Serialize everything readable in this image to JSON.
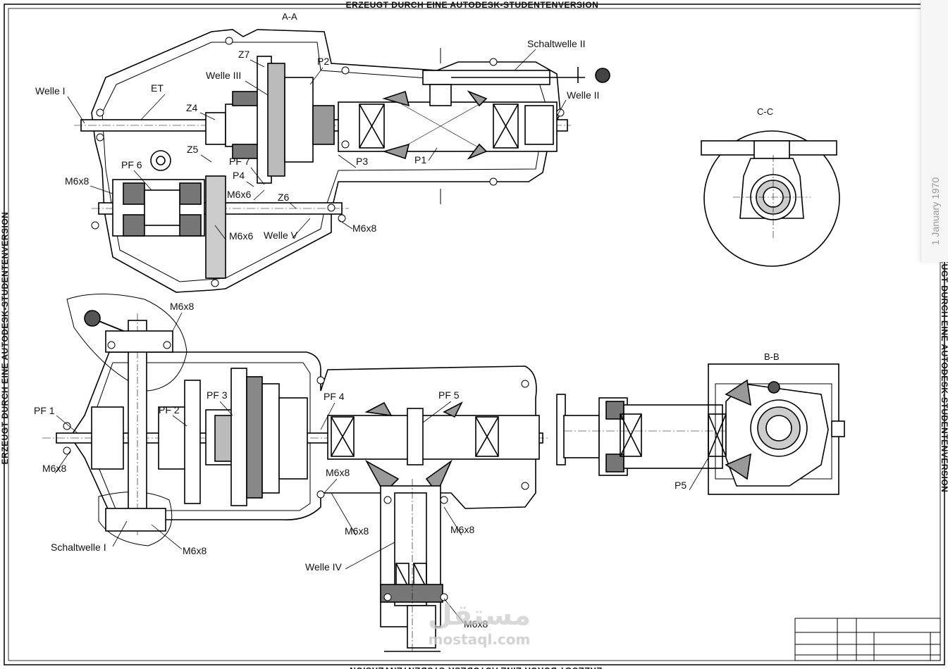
{
  "watermark_text": "ERZEUGT DURCH EINE AUTODESK-STUDENTENVERSION",
  "section_titles": {
    "aa": "A-A",
    "bb": "B-B",
    "cc": "C-C"
  },
  "labels": {
    "welle_1": "Welle I",
    "welle_2": "Welle II",
    "welle_3": "Welle III",
    "welle_4": "Welle IV",
    "welle_5": "Welle V",
    "schaltwelle_1": "Schaltwelle I",
    "schaltwelle_2": "Schaltwelle II",
    "et": "ET",
    "z4": "Z4",
    "z5": "Z5",
    "z6": "Z6",
    "z7": "Z7",
    "p1": "P1",
    "p2": "P2",
    "p3": "P3",
    "p4": "P4",
    "p5": "P5",
    "pf1": "PF 1",
    "pf2": "PF 2",
    "pf3": "PF 3",
    "pf4": "PF 4",
    "pf5": "PF 5",
    "pf6": "PF 6",
    "pf7": "PF 7",
    "m6x8": "M6x8",
    "m6x6": "M6x6"
  },
  "side_tab": {
    "date": "1 January 1970"
  },
  "site_watermark": {
    "logo": "مستقل",
    "domain": "mostaql.com"
  }
}
